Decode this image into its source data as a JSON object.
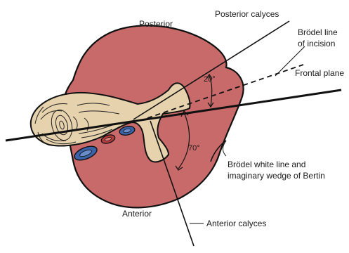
{
  "labels": {
    "posterior": "Posterior",
    "posterior_calyces": "Posterior calyces",
    "brodel_line_1": "Brödel line",
    "brodel_line_2": "of incision",
    "frontal_plane": "Frontal plane",
    "angle_20": "20°",
    "angle_70": "70°",
    "brodel_white_1": "Brödel white line and",
    "brodel_white_2": "imaginary wedge of Bertin",
    "anterior": "Anterior",
    "anterior_calyces": "Anterior calyces"
  },
  "colors": {
    "kidney": "#c96a6a",
    "pelvis": "#e6d3ae",
    "vessel_blue": "#3a62a8",
    "vessel_red": "#b53c3c",
    "stroke": "#111111"
  }
}
